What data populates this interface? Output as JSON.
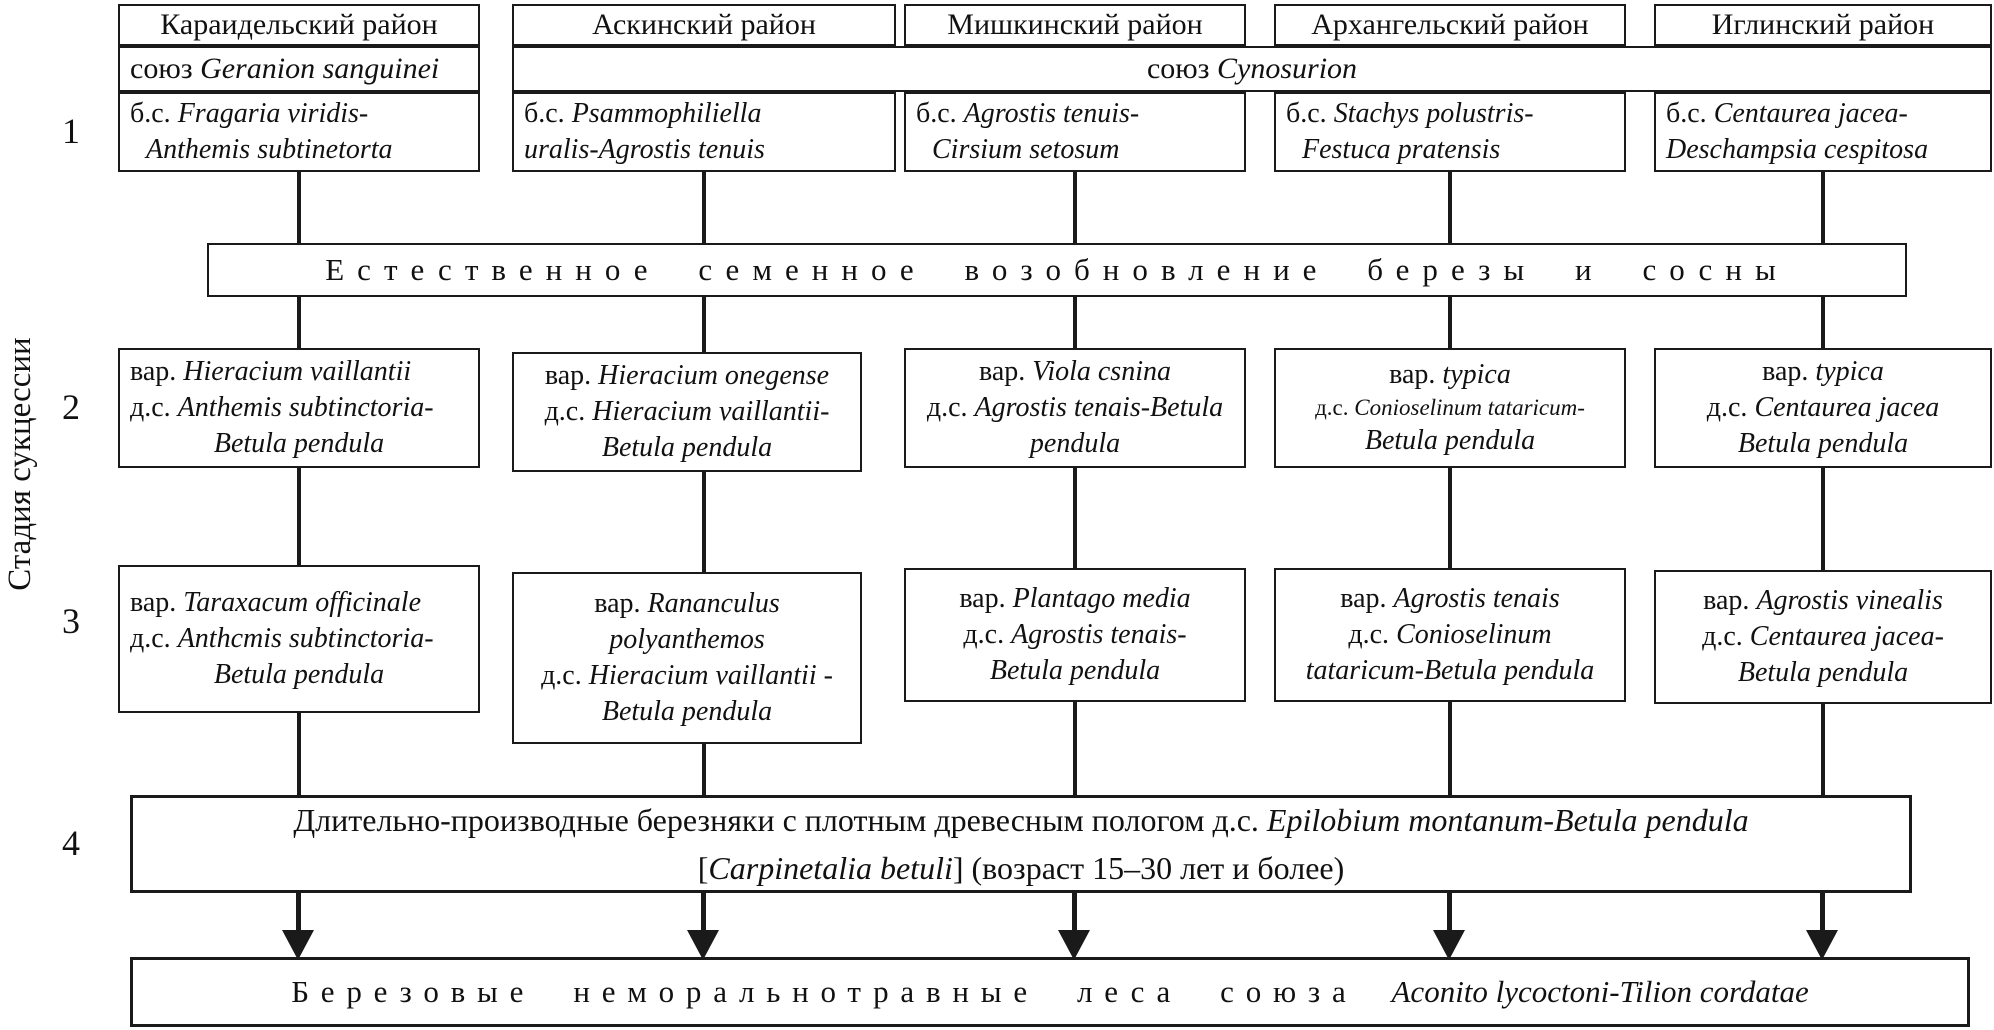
{
  "left_axis": {
    "label": "Стадия сукцессии",
    "stages": [
      "1",
      "2",
      "3",
      "4"
    ]
  },
  "districts": [
    "Караидельский район",
    "Аскинский район",
    "Мишкинский район",
    "Архангельский район",
    "Иглинский район"
  ],
  "union_left": {
    "pre": "союз ",
    "it": "Geranion sanguinei"
  },
  "union_wide": {
    "pre": "союз ",
    "it": "Cynosurion"
  },
  "s1": [
    {
      "l1": {
        "pre": "б.с. ",
        "it": "Fragaria viridis-"
      },
      "l2": {
        "it": "Anthemis subtinetorta"
      }
    },
    {
      "l1": {
        "pre": "б.с. ",
        "it": "Psammophiliella"
      },
      "l2": {
        "it": "uralis-Agrostis tenuis"
      }
    },
    {
      "l1": {
        "pre": "б.с. ",
        "it": "Agrostis tenuis-"
      },
      "l2": {
        "it": "Cirsium setosum"
      }
    },
    {
      "l1": {
        "pre": "б.с. ",
        "it": "Stachys polustris-"
      },
      "l2": {
        "it": "Festuca pratensis"
      }
    },
    {
      "l1": {
        "pre": "б.с. ",
        "it": "Centaurea jacea-"
      },
      "l2": {
        "it": "Deschampsia cespitosa"
      }
    }
  ],
  "banner": "Естественное семенное возобновление березы и сосны",
  "s2": [
    {
      "l1": {
        "pre": "вар. ",
        "it": "Hieracium vaillantii"
      },
      "l2": {
        "pre": "д.с. ",
        "it": "Anthemis subtinctoria-"
      },
      "l3": {
        "it": "Betula pendula"
      }
    },
    {
      "l1": {
        "pre": "вар. ",
        "it": "Hieracium onegense"
      },
      "l2": {
        "pre": "д.с. ",
        "it": "Hieracium vaillantii-"
      },
      "l3": {
        "it": "Betula pendula"
      }
    },
    {
      "l1": {
        "pre": "вар. ",
        "it": "Viola csnina"
      },
      "l2": {
        "pre": "д.с. ",
        "it": "Agrostis tenais-Betula"
      },
      "l3": {
        "it": "pendula"
      }
    },
    {
      "l1": {
        "pre": "вар. ",
        "it": "typica"
      },
      "l2": {
        "pre": "д.с. ",
        "it": "Conioselinum tataricum-"
      },
      "l3": {
        "it": "Betula pendula"
      }
    },
    {
      "l1": {
        "pre": "вар. ",
        "it": "typica"
      },
      "l2": {
        "pre": "д.с. ",
        "it": "Centaurea jacea"
      },
      "l3": {
        "it": "Betula pendula"
      }
    }
  ],
  "s3": [
    {
      "l1": {
        "pre": "вар. ",
        "it": "Taraxacum officinale"
      },
      "l2": {
        "pre": "д.с. ",
        "it": "Anthcmis subtinctoria-"
      },
      "l3": {
        "it": "Betula pendula"
      }
    },
    {
      "l1": {
        "pre": "вар. ",
        "it": "Rananculus"
      },
      "l2": {
        "it": "polyanthemos"
      },
      "l3": {
        "pre": "д.с. ",
        "it": "Hieracium vaillantii -"
      },
      "l4": {
        "it": "Betula pendula"
      }
    },
    {
      "l1": {
        "pre": "вар. ",
        "it": "Plantago media"
      },
      "l2": {
        "pre": "д.с. ",
        "it": "Agrostis tenais-"
      },
      "l3": {
        "it": "Betula pendula"
      }
    },
    {
      "l1": {
        "pre": "вар. ",
        "it": "Agrostis tenais"
      },
      "l2": {
        "pre": "д.с. ",
        "it": "Conioselinum"
      },
      "l3": {
        "it": "tataricum-Betula pendula"
      }
    },
    {
      "l1": {
        "pre": "вар. ",
        "it": "Agrostis vinealis"
      },
      "l2": {
        "pre": "д.с. ",
        "it": "Centaurea jacea-"
      },
      "l3": {
        "it": "Betula pendula"
      }
    }
  ],
  "s4": {
    "l1_pre": "Длительно-производные березняки с плотным древесным пологом д.с. ",
    "l1_it": "Epilobium montanum-Betula pendula",
    "l2_pre": "[",
    "l2_it": "Carpinetalia betuli",
    "l2_post": "] (возраст 15–30 лет и более)"
  },
  "bottom": {
    "spaced": "Березовые неморальнотравные леса союза",
    "it": "Aconito lycoctoni-Tilion cordatae"
  },
  "colors": {
    "ink": "#1a1a1a",
    "bg": "#ffffff"
  }
}
